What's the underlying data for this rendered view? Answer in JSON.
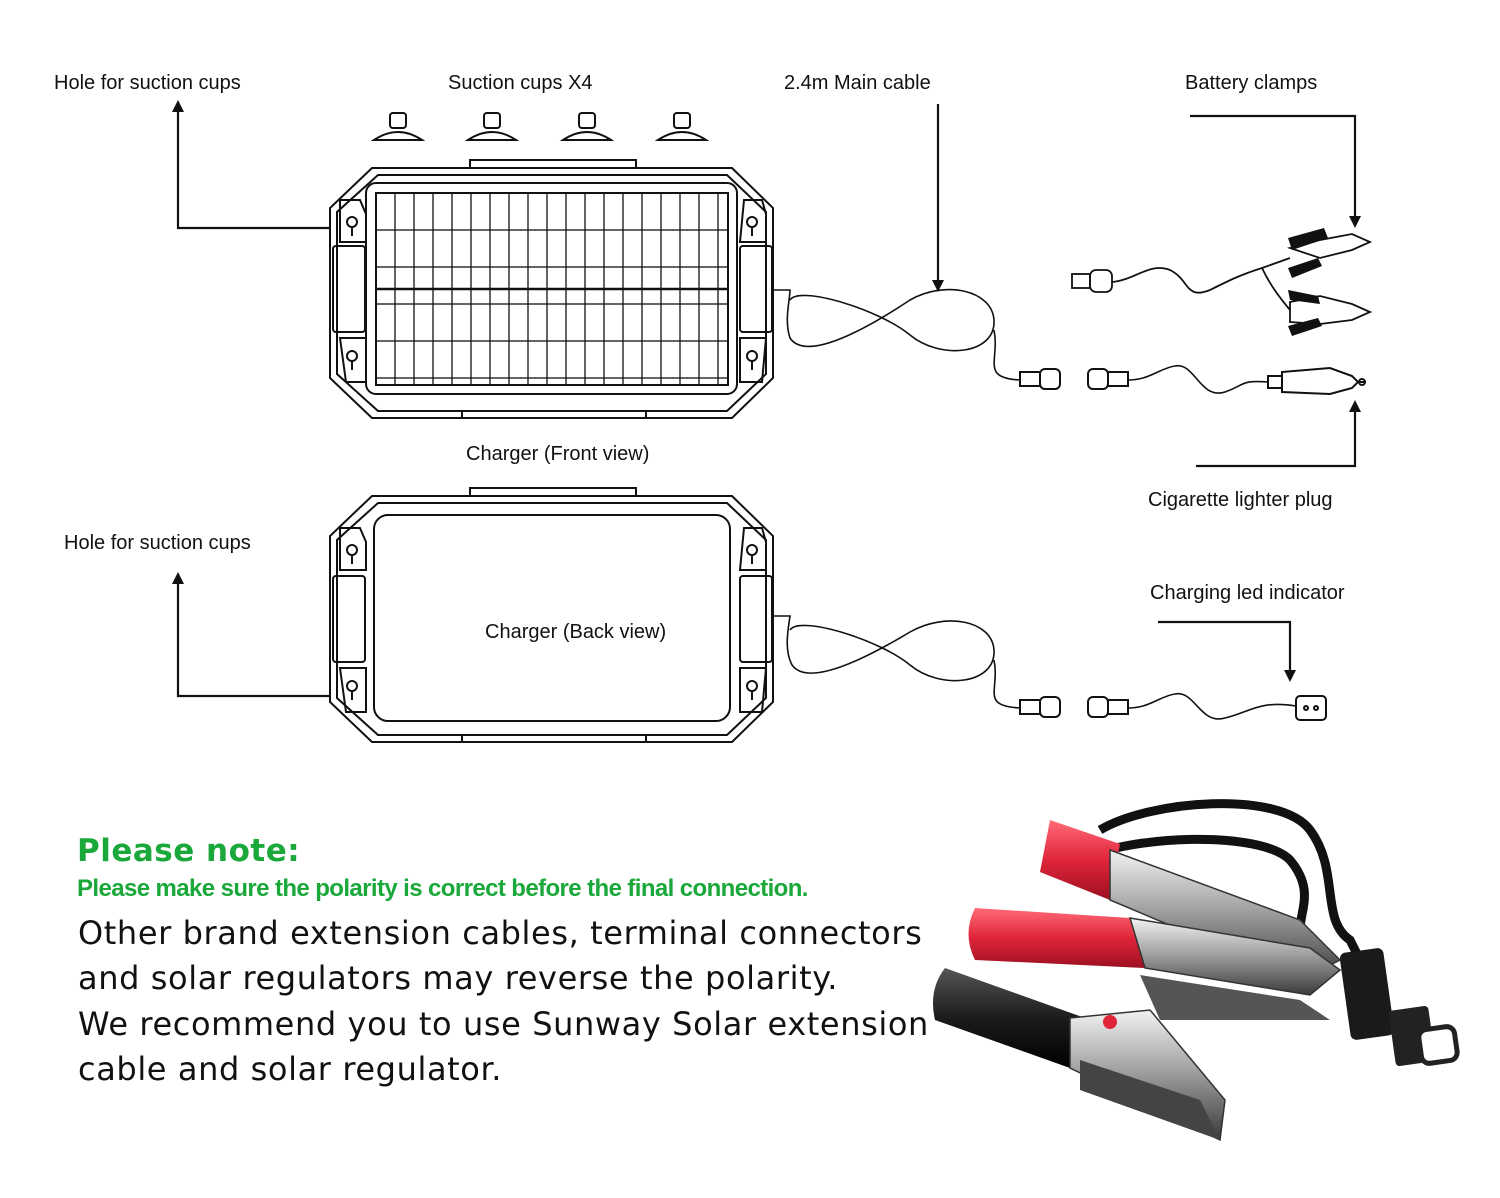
{
  "labels": {
    "hole_front": "Hole for suction cups",
    "suction_cups": "Suction cups X4",
    "main_cable": "2.4m Main cable",
    "battery_clamps": "Battery clamps",
    "charger_front": "Charger (Front view)",
    "cigarette_plug": "Cigarette lighter plug",
    "hole_back": "Hole for suction cups",
    "charger_back": "Charger (Back view)",
    "led_indicator": "Charging led indicator"
  },
  "note": {
    "title": "Please note:",
    "subtitle": "Please make sure the polarity is correct before the final connection.",
    "body": [
      "Other brand extension cables, terminal connectors",
      "and solar regulators may reverse the polarity.",
      "We recommend you to use Sunway Solar extension",
      "cable and solar regulator."
    ]
  },
  "colors": {
    "note_green": "#1aa83a",
    "clamp_red": "#e0253a",
    "clamp_black": "#1c1c1c",
    "line": "#111111"
  }
}
